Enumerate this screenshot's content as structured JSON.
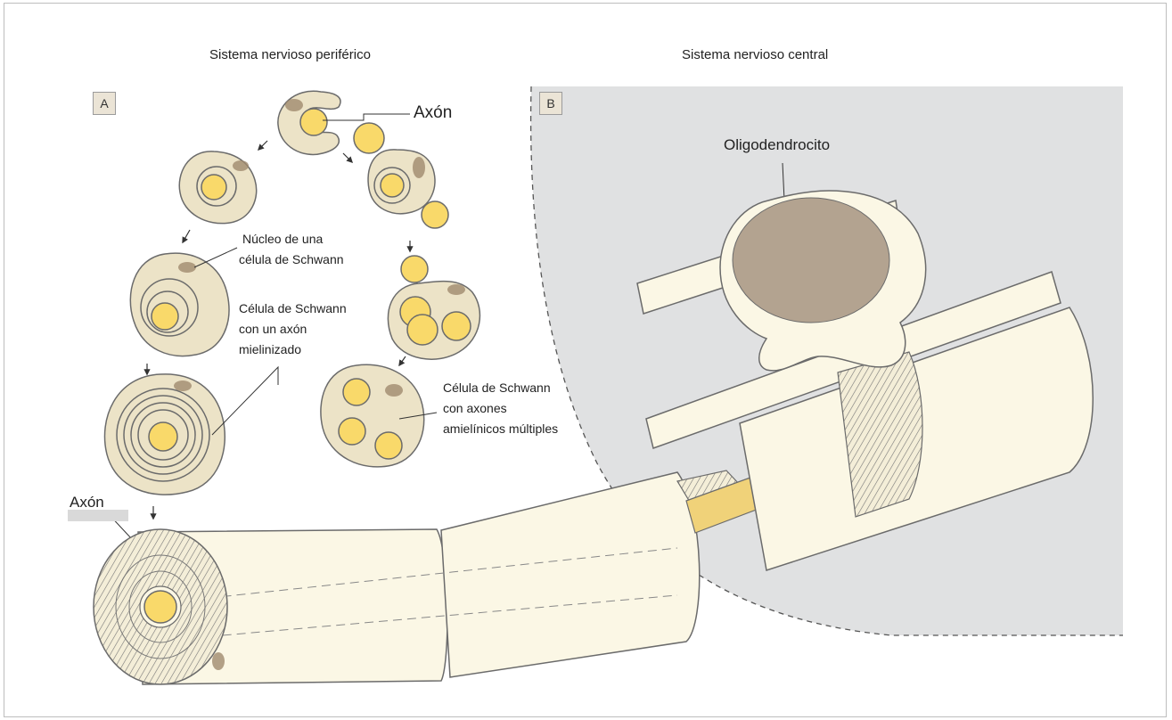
{
  "titles": {
    "peripheral": "Sistema nervioso periférico",
    "central": "Sistema nervioso central"
  },
  "panels": {
    "a": "A",
    "b": "B"
  },
  "labels": {
    "axon_top": "Axón",
    "nucleus_line1": "Núcleo de una",
    "nucleus_line2": "célula de Schwann",
    "myelinated_line1": "Célula de Schwann",
    "myelinated_line2": "con un axón",
    "myelinated_line3": "mielinizado",
    "unmyelinated_line1": "Célula de Schwann",
    "unmyelinated_line2": "con axones",
    "unmyelinated_line3": "amielínicos múltiples",
    "oligodendrocyte": "Oligodendrocito",
    "axon_bottom": "Axón"
  },
  "colors": {
    "cytoplasm": "#ece3c7",
    "membrane": "#6b6b6b",
    "axon": "#f9d96a",
    "nucleus": "#a0896e",
    "myelin": "#fbf7e5",
    "cns_background": "#e0e1e2"
  }
}
